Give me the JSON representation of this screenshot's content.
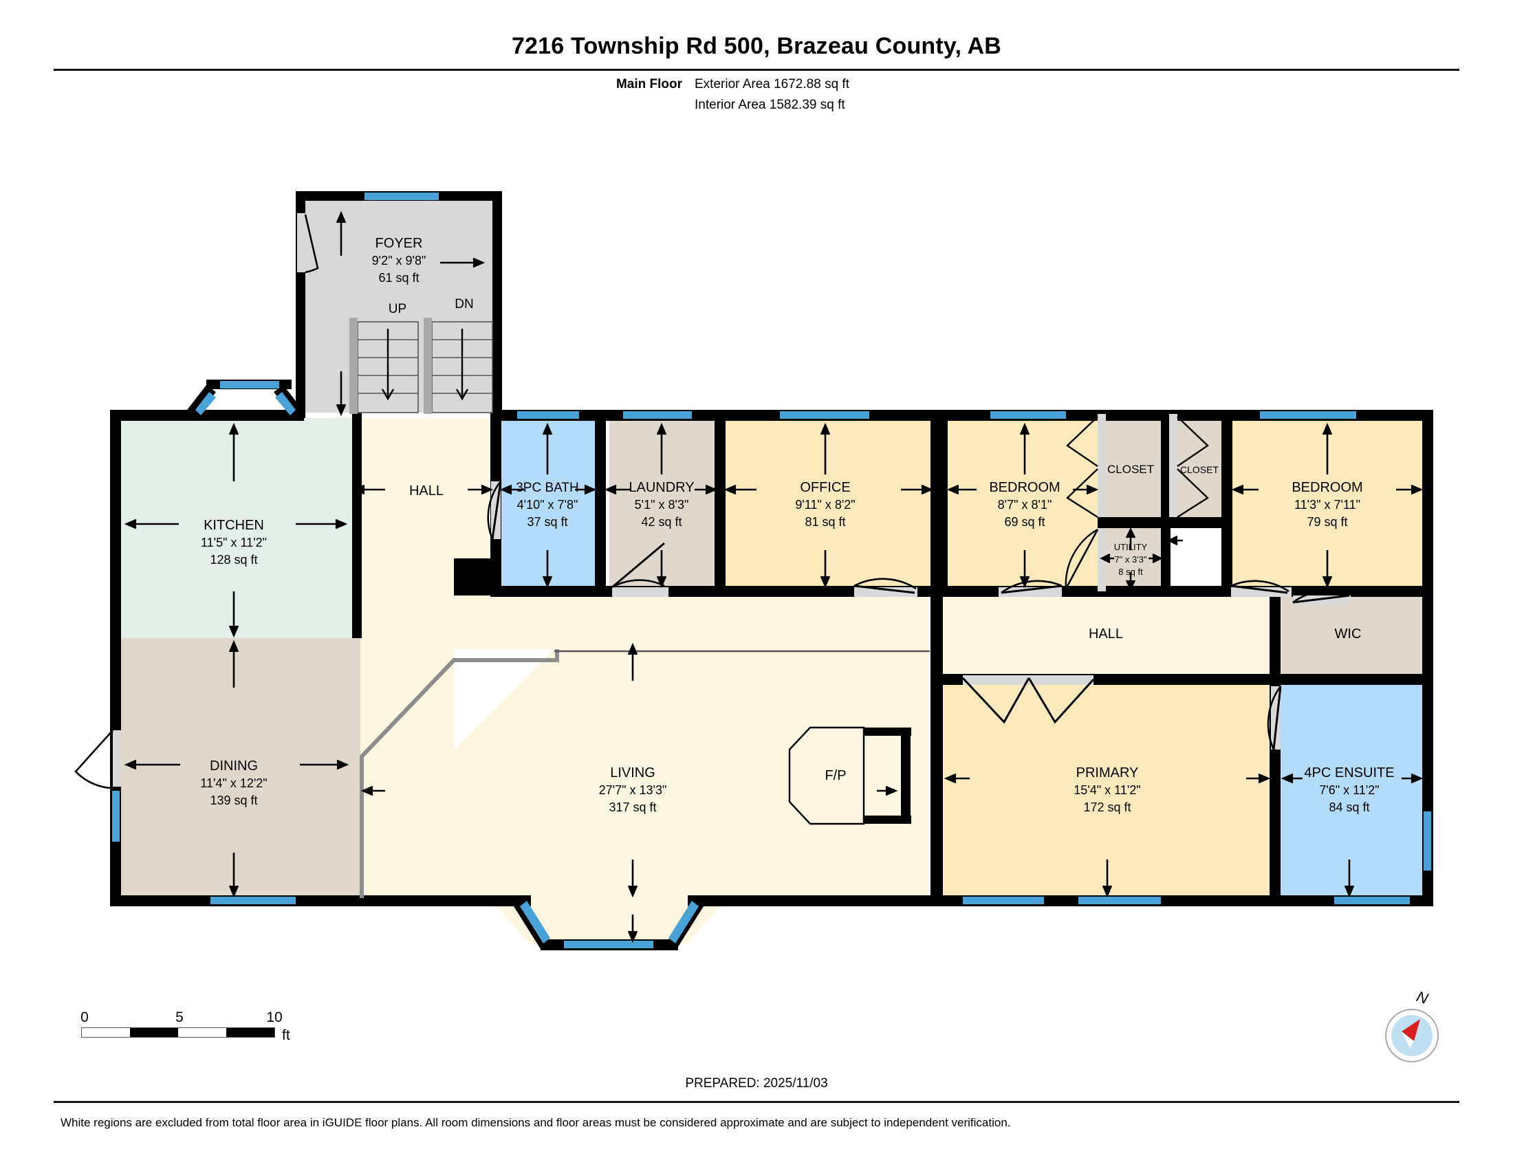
{
  "header": {
    "title": "7216 Township Rd 500, Brazeau County, AB",
    "floor_label": "Main Floor",
    "exterior_area": "Exterior Area 1672.88 sq ft",
    "interior_area": "Interior Area 1582.39 sq ft"
  },
  "footer": {
    "scale": {
      "tick_0": "0",
      "tick_5": "5",
      "tick_10": "10",
      "units": "ft"
    },
    "prepared": "PREPARED: 2025/11/03",
    "disclaimer": "White regions are excluded from total floor area in iGUIDE floor plans. All room dimensions and floor areas must be considered approximate and are subject to independent verification.",
    "compass_label": "N"
  },
  "colors": {
    "wall": "#000000",
    "window": "#4aa3d8",
    "living_cream": "#fdf6e0",
    "bedroom_cream": "#fdeabc",
    "kitchen_green": "#e3f0ea",
    "bath_blue": "#b3dcfa",
    "closet_tan": "#e0d8cc",
    "foyer_grey": "#d8d8d8",
    "stair_grey": "#b0b0b0",
    "door_grey": "#d9d9d9",
    "compass_disc": "#bfe0f2",
    "compass_needle": "#d81f1f"
  },
  "rooms": [
    {
      "id": "foyer",
      "name": "FOYER",
      "dims": "9'2\" x 9'8\"",
      "area": "61 sq ft"
    },
    {
      "id": "kitchen",
      "name": "KITCHEN",
      "dims": "11'5\" x 11'2\"",
      "area": "128 sq ft"
    },
    {
      "id": "dining",
      "name": "DINING",
      "dims": "11'4\" x 12'2\"",
      "area": "139 sq ft"
    },
    {
      "id": "hall1",
      "name": "HALL",
      "dims": "",
      "area": ""
    },
    {
      "id": "bath3pc",
      "name": "3PC BATH",
      "dims": "4'10\" x 7'8\"",
      "area": "37 sq ft"
    },
    {
      "id": "laundry",
      "name": "LAUNDRY",
      "dims": "5'1\" x 8'3\"",
      "area": "42 sq ft"
    },
    {
      "id": "office",
      "name": "OFFICE",
      "dims": "9'11\" x 8'2\"",
      "area": "81 sq ft"
    },
    {
      "id": "bedroom1",
      "name": "BEDROOM",
      "dims": "8'7\" x 8'1\"",
      "area": "69 sq ft"
    },
    {
      "id": "bedroom2",
      "name": "BEDROOM",
      "dims": "11'3\" x 7'11\"",
      "area": "79 sq ft"
    },
    {
      "id": "closet1",
      "name": "CLOSET",
      "dims": "",
      "area": ""
    },
    {
      "id": "closet2",
      "name": "CLOSET",
      "dims": "",
      "area": ""
    },
    {
      "id": "utility",
      "name": "UTILITY",
      "dims": "7\" x 3'3\"",
      "area": "8 sq ft"
    },
    {
      "id": "hall2",
      "name": "HALL",
      "dims": "",
      "area": ""
    },
    {
      "id": "wic",
      "name": "WIC",
      "dims": "",
      "area": ""
    },
    {
      "id": "living",
      "name": "LIVING",
      "dims": "27'7\" x 13'3\"",
      "area": "317 sq ft"
    },
    {
      "id": "fireplace",
      "name": "F/P",
      "dims": "",
      "area": ""
    },
    {
      "id": "primary",
      "name": "PRIMARY",
      "dims": "15'4\" x 11'2\"",
      "area": "172 sq ft"
    },
    {
      "id": "ensuite",
      "name": "4PC ENSUITE",
      "dims": "7'6\" x 11'2\"",
      "area": "84 sq ft"
    }
  ],
  "stairs": {
    "up_label": "UP",
    "down_label": "DN"
  }
}
